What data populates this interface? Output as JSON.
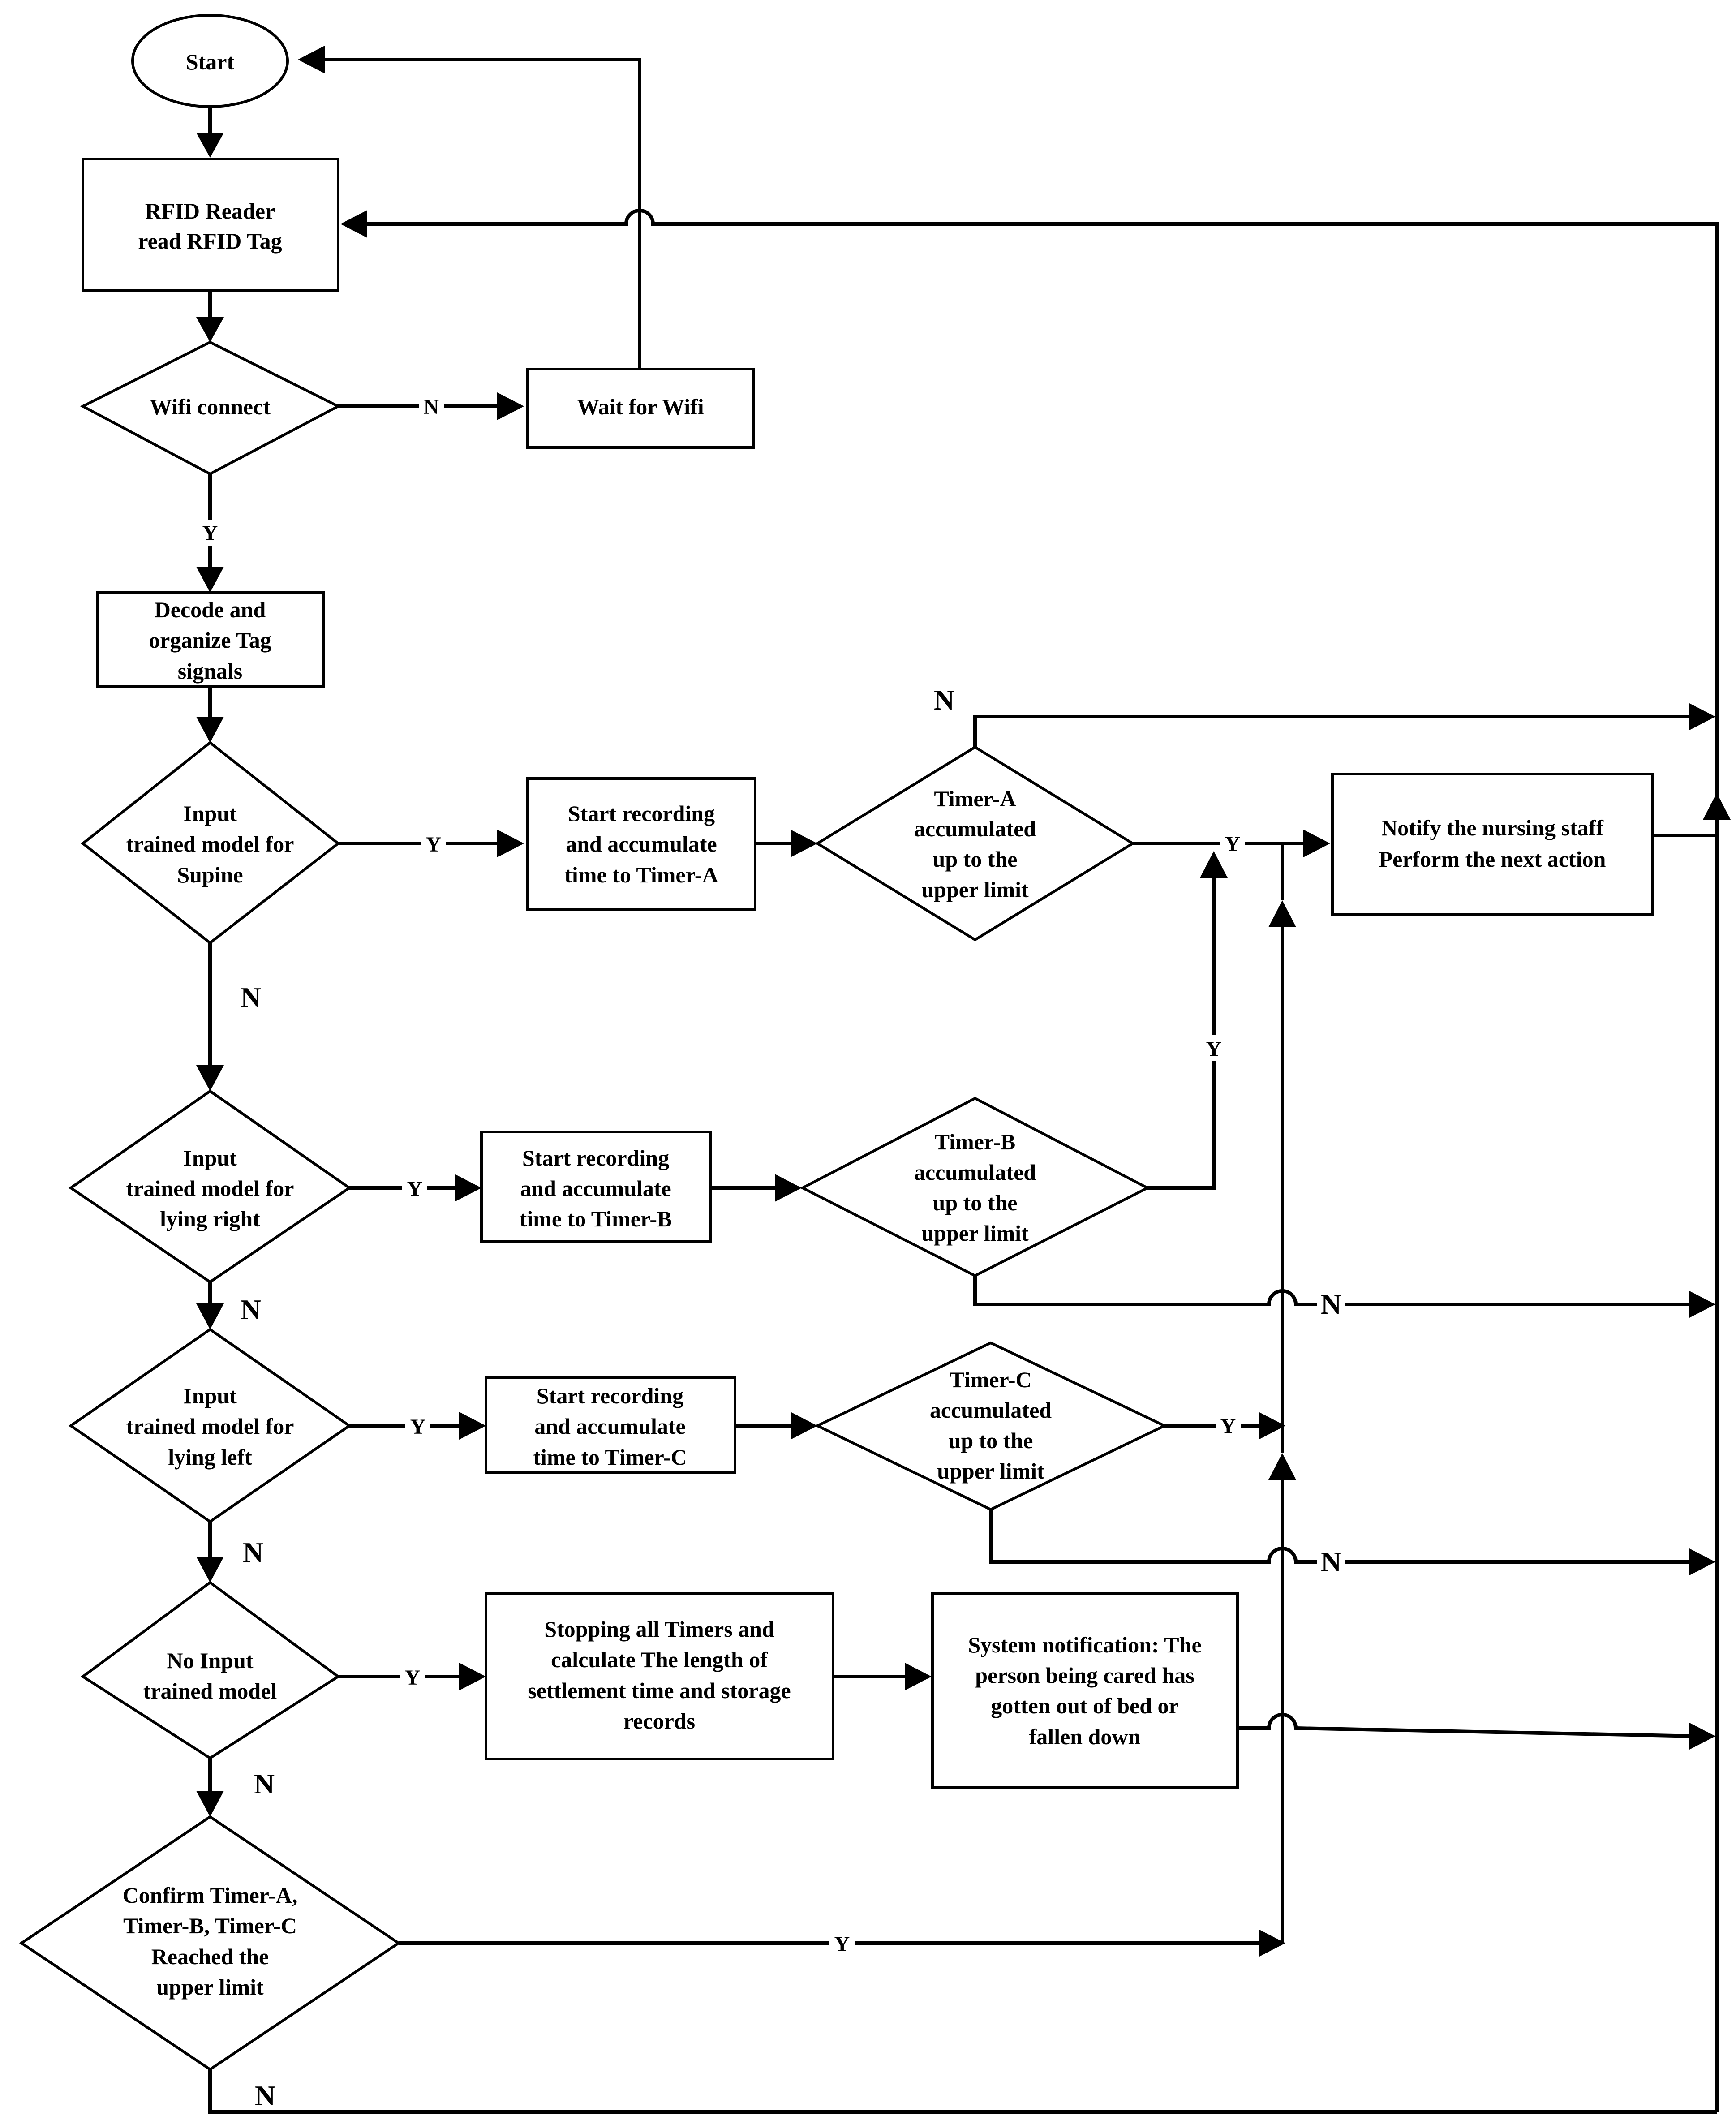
{
  "nodes": {
    "start": [
      "Start"
    ],
    "rfid_read": [
      "RFID Reader",
      "read RFID Tag"
    ],
    "wifi_connect": [
      "Wifi connect"
    ],
    "wait_wifi": [
      "Wait for Wifi"
    ],
    "decode": [
      "Decode and",
      "organize Tag",
      "signals"
    ],
    "supine": [
      "Input",
      "trained model for",
      "Supine"
    ],
    "record_a": [
      "Start recording",
      "and accumulate",
      "time to Timer-A"
    ],
    "timer_a": [
      "Timer-A",
      "accumulated",
      "up to the",
      "upper limit"
    ],
    "notify": [
      "Notify the nursing staff",
      "Perform the next action"
    ],
    "lying_right": [
      "Input",
      "trained model for",
      "lying right"
    ],
    "record_b": [
      "Start recording",
      "and accumulate",
      "time to Timer-B"
    ],
    "timer_b": [
      "Timer-B",
      "accumulated",
      "up to the",
      "upper limit"
    ],
    "lying_left": [
      "Input",
      "trained model for",
      "lying left"
    ],
    "record_c": [
      "Start recording",
      "and accumulate",
      "time to Timer-C"
    ],
    "timer_c": [
      "Timer-C",
      "accumulated",
      "up to the",
      "upper limit"
    ],
    "no_input": [
      "No Input",
      "trained model"
    ],
    "stop_timers": [
      "Stopping all Timers and",
      "calculate The length of",
      "settlement time and storage",
      "records"
    ],
    "system_notify": [
      "System notification: The",
      "person being cared has",
      "gotten out of bed or",
      "fallen down"
    ],
    "confirm": [
      "Confirm Timer-A,",
      "Timer-B, Timer-C",
      "Reached the",
      "upper limit"
    ]
  },
  "edges": {
    "wifi_no": "N",
    "wifi_yes": "Y",
    "supine_yes": "Y",
    "supine_no": "N",
    "timer_a_no": "N",
    "timer_a_yes": "Y",
    "timer_b_yes": "Y",
    "right_yes": "Y",
    "right_no": "N",
    "timer_b_no": "N",
    "left_yes": "Y",
    "left_no": "N",
    "timer_c_yes": "Y",
    "timer_c_no": "N",
    "no_input_yes": "Y",
    "no_input_no": "N",
    "confirm_yes": "Y",
    "confirm_no": "N"
  }
}
